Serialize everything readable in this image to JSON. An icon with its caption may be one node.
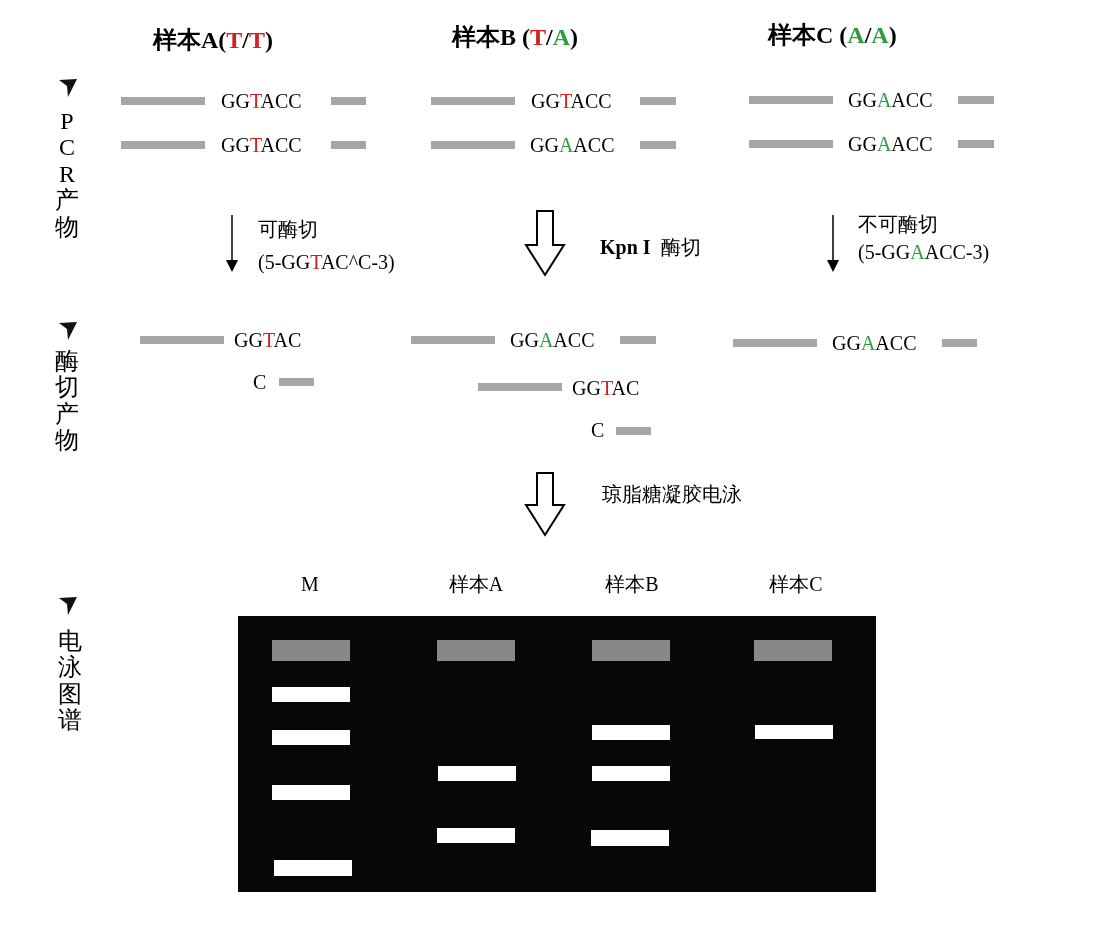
{
  "diagram": {
    "labels": [
      "样本A(T/T)",
      "样本B (T/A)",
      "样本C (A/A)",
      "PCR产物",
      "GGTACC",
      "GGTACC",
      "GGAACC",
      "GGTACC",
      "GGAACC",
      "GGAACC",
      "可酶切",
      "(5-GGTAC^C-3)",
      "**Kpn I**  酶切",
      "不可酶切",
      "(5-GGAACC-3)",
      "酶切产物",
      "GGTAC",
      "GGAACC",
      "GGAACC",
      "C",
      "GGTAC",
      "C",
      "琼脂糖凝胶电泳",
      "电泳图谱",
      "M",
      "样本A",
      "样本B",
      "样本C"
    ]
  }
}
